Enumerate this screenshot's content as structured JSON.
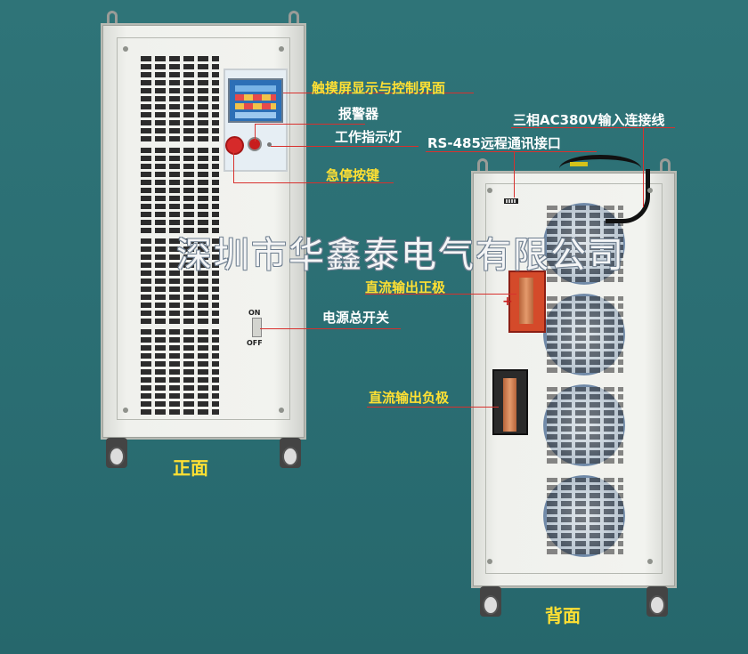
{
  "watermark": "深圳市华鑫泰电气有限公司",
  "captions": {
    "front": "正面",
    "back": "背面"
  },
  "front_labels": {
    "touchscreen": "触摸屏显示与控制界面",
    "alarm": "报警器",
    "indicator": "工作指示灯",
    "estop": "急停按键",
    "power_switch": "电源总开关"
  },
  "front_switch": {
    "on": "ON",
    "off": "OFF"
  },
  "back_labels": {
    "input": "三相AC380V输入连接线",
    "rs485": "RS-485远程通讯接口",
    "dc_positive": "直流输出正极",
    "dc_negative": "直流输出负极"
  },
  "colors": {
    "background": "#2a6f74",
    "label_yellow": "#ffe033",
    "leader_red": "#d8312e",
    "cabinet": "#f0f1ed"
  }
}
